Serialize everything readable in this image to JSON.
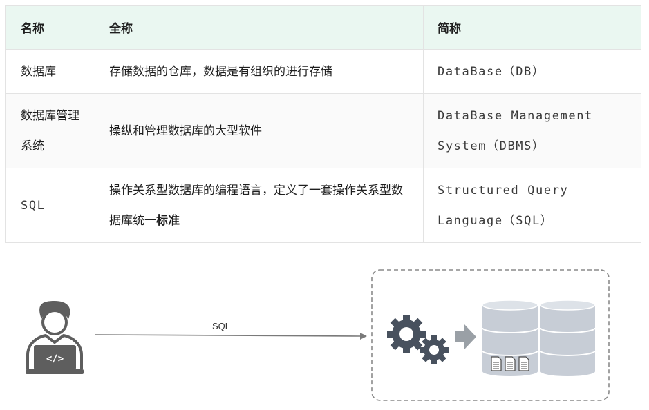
{
  "table": {
    "headers": [
      "名称",
      "全称",
      "简称"
    ],
    "rows": [
      {
        "name": "数据库",
        "full": "存储数据的仓库，数据是有组织的进行存储",
        "full_bold": "",
        "abbr_line1": "DataBase（DB）",
        "abbr_line2": ""
      },
      {
        "name": "数据库管理系统",
        "full": "操纵和管理数据库的大型软件",
        "full_bold": "",
        "abbr_line1": "DataBase Management",
        "abbr_line2": "System（DBMS）"
      },
      {
        "name": "SQL",
        "full": "操作关系型数据库的编程语言，定义了一套操作关系型数据库统一",
        "full_bold": "标准",
        "abbr_line1": "Structured Query",
        "abbr_line2": "Language（SQL）"
      }
    ]
  },
  "diagram": {
    "arrow_label": "SQL",
    "icons": {
      "user": "developer-laptop-icon",
      "gears": "gears-icon",
      "arrow": "right-arrow-icon",
      "db": "database-icon",
      "files": "document-icon"
    },
    "colors": {
      "icon_dark": "#5e5e5e",
      "gear": "#48515e",
      "db_fill": "#c7cdd6",
      "db_top": "#dde2e8",
      "border_dashed": "#8a8a8a"
    }
  }
}
